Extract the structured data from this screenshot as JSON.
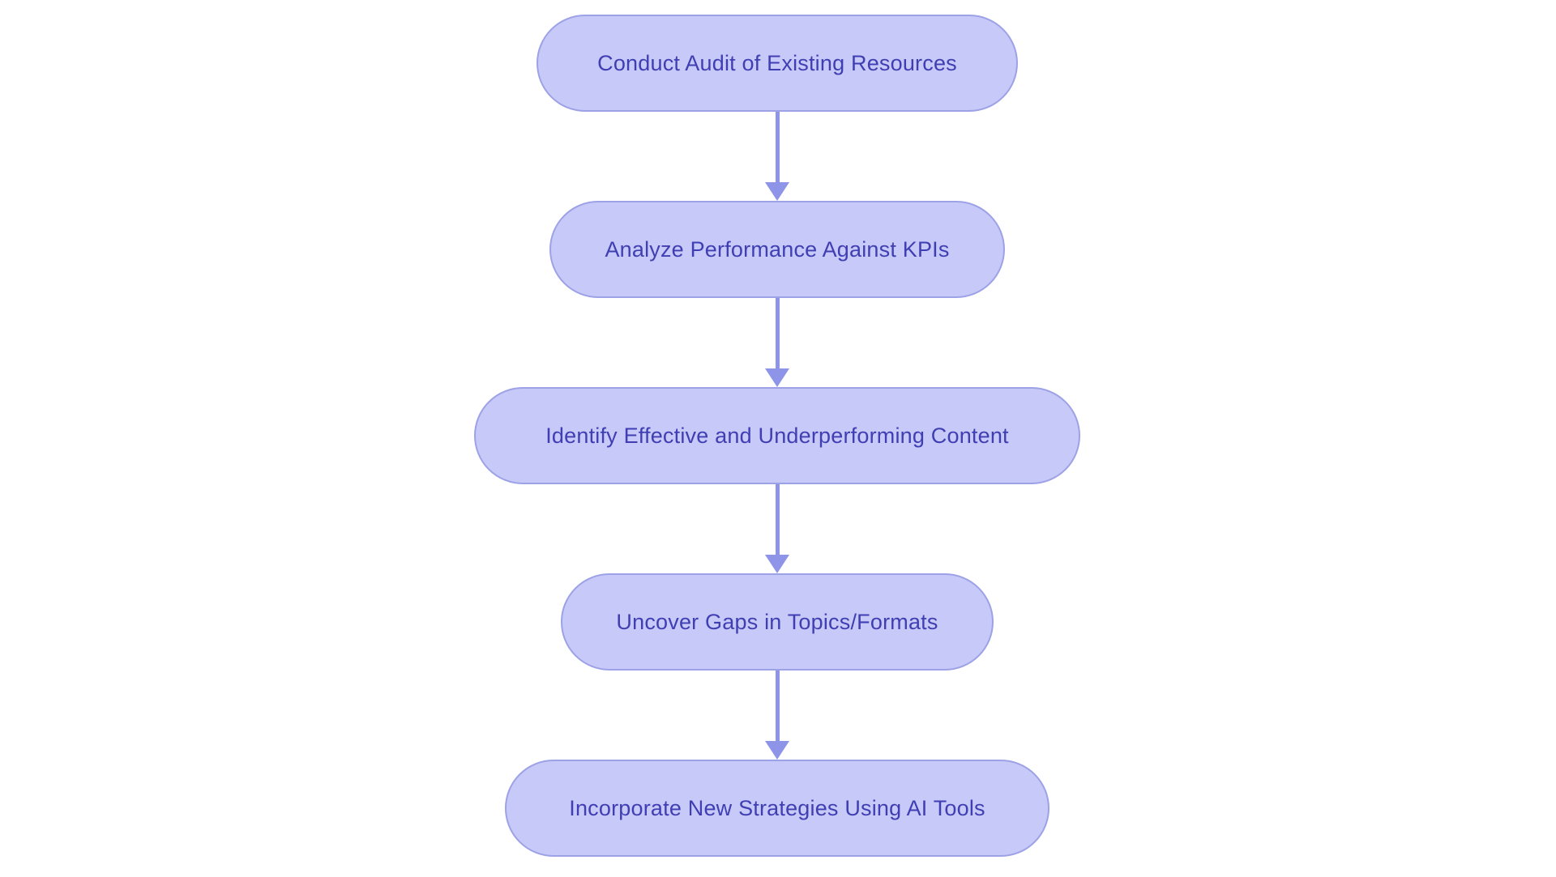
{
  "diagram": {
    "type": "flowchart",
    "direction": "top-down",
    "steps": [
      {
        "id": 1,
        "label": "Conduct Audit of Existing Resources"
      },
      {
        "id": 2,
        "label": "Analyze Performance Against KPIs"
      },
      {
        "id": 3,
        "label": "Identify Effective and Underperforming Content"
      },
      {
        "id": 4,
        "label": "Uncover Gaps in Topics/Formats"
      },
      {
        "id": 5,
        "label": "Incorporate New Strategies Using AI Tools"
      }
    ],
    "connector_icon": "arrow-down-icon",
    "connector_count": 4
  },
  "colors": {
    "node-fill": "#c7c9f8",
    "node-border": "#9da2e6",
    "node-text": "#3f3fb3",
    "arrow": "#8e95e9",
    "background": "#ffffff"
  }
}
